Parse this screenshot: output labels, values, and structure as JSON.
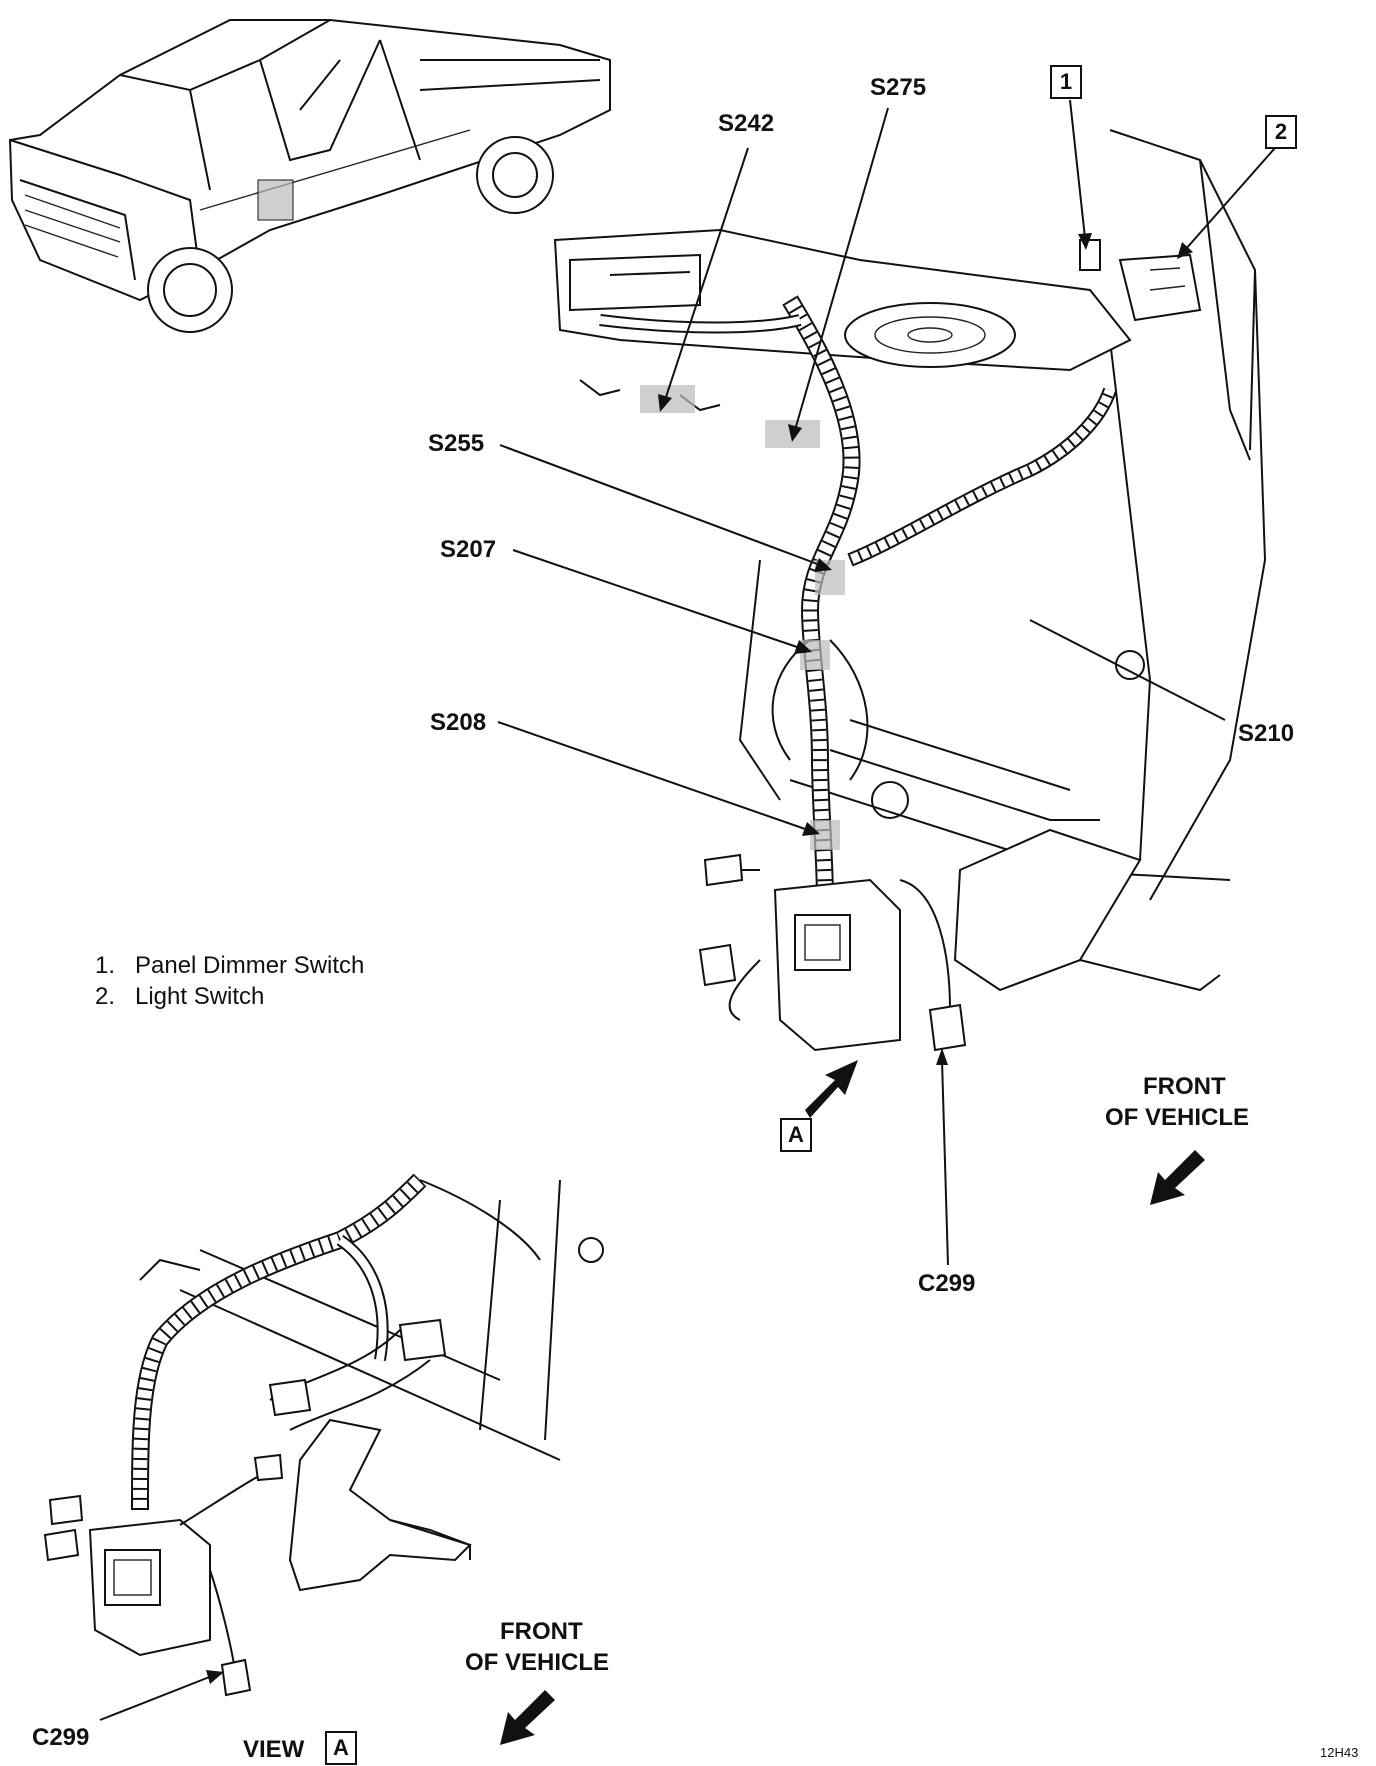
{
  "callouts": {
    "s242": "S242",
    "s275": "S275",
    "s255": "S255",
    "s207": "S207",
    "s208": "S208",
    "s210": "S210",
    "c299_main": "C299",
    "c299_view": "C299",
    "box1": "1",
    "box2": "2",
    "boxA_main": "A",
    "boxA_view": "A"
  },
  "legend": {
    "items": [
      {
        "num": "1.",
        "text": "Panel Dimmer Switch"
      },
      {
        "num": "2.",
        "text": "Light Switch"
      }
    ]
  },
  "front_main": {
    "line1": "FRONT",
    "line2": "OF VEHICLE"
  },
  "front_view": {
    "line1": "FRONT",
    "line2": "OF VEHICLE"
  },
  "view_label": "VIEW",
  "figure_code": "12H43"
}
